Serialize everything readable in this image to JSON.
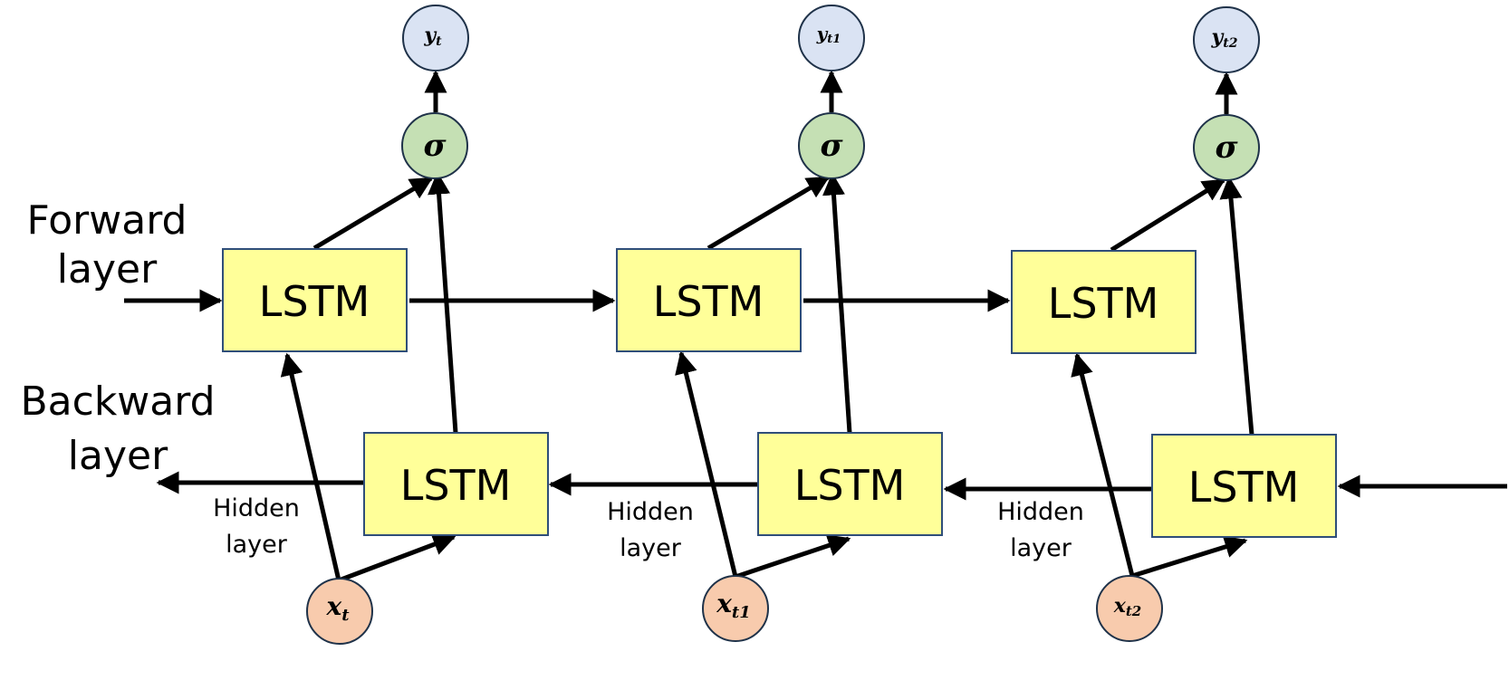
{
  "colors": {
    "lstm_fill": "#ffff99",
    "lstm_stroke": "#2f4e79",
    "output_fill": "#dae3f3",
    "sigma_fill": "#c5e0b4",
    "input_fill": "#f8cbad",
    "circle_stroke": "#1f3249",
    "arrow": "#000000"
  },
  "side_labels": {
    "forward_line1": "Forward",
    "forward_line2": "layer",
    "backward_line1": "Backward",
    "backward_line2": "layer"
  },
  "steps": [
    {
      "output": {
        "base": "y",
        "sub": "t"
      },
      "activation": "σ",
      "forward_cell": "LSTM",
      "backward_cell": "LSTM",
      "input": {
        "base": "x",
        "sub": "t"
      },
      "hidden_line1": "Hidden",
      "hidden_line2": "layer"
    },
    {
      "output": {
        "base": "y",
        "sub": "t1"
      },
      "activation": "σ",
      "forward_cell": "LSTM",
      "backward_cell": "LSTM",
      "input": {
        "base": "x",
        "sub": "t1"
      },
      "hidden_line1": "Hidden",
      "hidden_line2": "layer"
    },
    {
      "output": {
        "base": "y",
        "sub": "t2"
      },
      "activation": "σ",
      "forward_cell": "LSTM",
      "backward_cell": "LSTM",
      "input": {
        "base": "x",
        "sub": "t2"
      },
      "hidden_line1": "Hidden",
      "hidden_line2": "layer"
    }
  ]
}
